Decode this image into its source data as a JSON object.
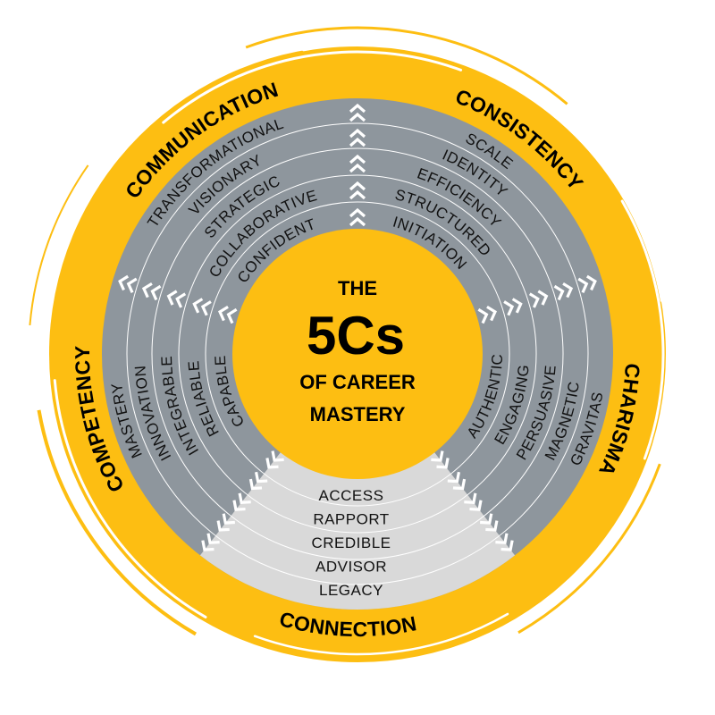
{
  "colors": {
    "yellow": "#FDBE12",
    "gray": "#8E969D",
    "light_gray": "#D9D9D9",
    "white": "#FFFFFF",
    "text": "#111111"
  },
  "center": {
    "line1": "THE",
    "line2": "5Cs",
    "line3": "OF CAREER",
    "line4": "MASTERY"
  },
  "sections": {
    "communication": {
      "label": "COMMUNICATION",
      "words": [
        "CONFIDENT",
        "COLLABORATIVE",
        "STRATEGIC",
        "VISIONARY",
        "TRANSFORMATIONAL"
      ]
    },
    "consistency": {
      "label": "CONSISTENCY",
      "words": [
        "INITIATION",
        "STRUCTURED",
        "EFFICIENCY",
        "IDENTITY",
        "SCALE"
      ]
    },
    "charisma": {
      "label": "CHARISMA",
      "words": [
        "AUTHENTIC",
        "ENGAGING",
        "PERSUASIVE",
        "MAGNETIC",
        "GRAVITAS"
      ]
    },
    "competency": {
      "label": "COMPETENCY",
      "words": [
        "CAPABLE",
        "RELIABLE",
        "INTEGRABLE",
        "INNOVATION",
        "MASTERY"
      ]
    },
    "connection": {
      "label": "CONNECTION",
      "words": [
        "ACCESS",
        "RAPPORT",
        "CREDIBLE",
        "ADVISOR",
        "LEGACY"
      ]
    }
  }
}
